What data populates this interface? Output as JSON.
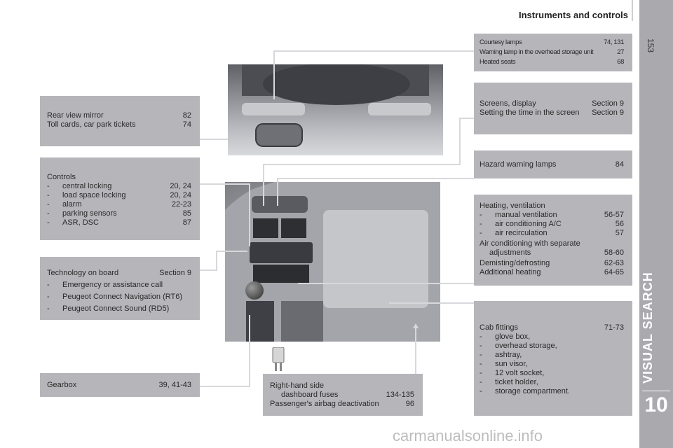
{
  "header": {
    "title": "Instruments and controls",
    "page_number": "153"
  },
  "sidebar": {
    "section": "VISUAL SEARCH",
    "chapter": "10"
  },
  "left": {
    "mirror": [
      {
        "label": "Rear view mirror",
        "ref": "82"
      },
      {
        "label": "Toll cards, car park tickets",
        "ref": "74"
      }
    ],
    "controls": {
      "title": "Controls",
      "items": [
        {
          "dash": "-",
          "label": "central locking",
          "ref": "20, 24"
        },
        {
          "dash": "-",
          "label": "load space locking",
          "ref": "20, 24"
        },
        {
          "dash": "-",
          "label": "alarm",
          "ref": "22-23"
        },
        {
          "dash": "-",
          "label": "parking sensors",
          "ref": "85"
        },
        {
          "dash": "-",
          "label": "ASR, DSC",
          "ref": "87"
        }
      ]
    },
    "tech": {
      "title": "Technology on board",
      "title_ref": "Section 9",
      "items": [
        {
          "dash": "-",
          "label": "Emergency or assistance call"
        },
        {
          "dash": "-",
          "label": "Peugeot Connect Navigation (RT6)"
        },
        {
          "dash": "-",
          "label": "Peugeot Connect Sound (RD5)"
        }
      ]
    },
    "gearbox": {
      "label": "Gearbox",
      "ref": "39, 41-43"
    }
  },
  "bottom_center": {
    "line1": "Right-hand side",
    "line2": "dashboard fuses",
    "line2_ref": "134-135",
    "line3": "Passenger's airbag deactivation",
    "line3_ref": "96"
  },
  "right": {
    "courtesy": [
      {
        "label": "Courtesy lamps",
        "ref": "74, 131"
      },
      {
        "label": "Warning lamp in the overhead storage unit",
        "ref": "27"
      },
      {
        "label": "Heated seats",
        "ref": "68"
      }
    ],
    "screens": [
      {
        "label": "Screens, display",
        "ref": "Section 9"
      },
      {
        "label": "Setting the time in the screen",
        "ref": "Section 9"
      }
    ],
    "hazard": {
      "label": "Hazard warning lamps",
      "ref": "84"
    },
    "heating": {
      "title": "Heating, ventilation",
      "items": [
        {
          "dash": "-",
          "label": "manual ventilation",
          "ref": "56-57"
        },
        {
          "dash": "-",
          "label": "air conditioning A/C",
          "ref": "56"
        },
        {
          "dash": "-",
          "label": "air recirculation",
          "ref": "57"
        }
      ],
      "ac_sep_1": "Air conditioning with separate",
      "ac_sep_2": "adjustments",
      "ac_sep_ref": "58-60",
      "demist": {
        "label": "Demisting/defrosting",
        "ref": "62-63"
      },
      "additional": {
        "label": "Additional heating",
        "ref": "64-65"
      }
    },
    "cab": {
      "title": "Cab fittings",
      "ref": "71-73",
      "items": [
        {
          "dash": "-",
          "label": "glove box,"
        },
        {
          "dash": "-",
          "label": "overhead storage,"
        },
        {
          "dash": "-",
          "label": "ashtray,"
        },
        {
          "dash": "-",
          "label": "sun visor,"
        },
        {
          "dash": "-",
          "label": "12 volt socket,"
        },
        {
          "dash": "-",
          "label": "ticket holder,"
        },
        {
          "dash": "-",
          "label": "storage compartment."
        }
      ]
    }
  },
  "watermark": "carmanualsonline.info"
}
